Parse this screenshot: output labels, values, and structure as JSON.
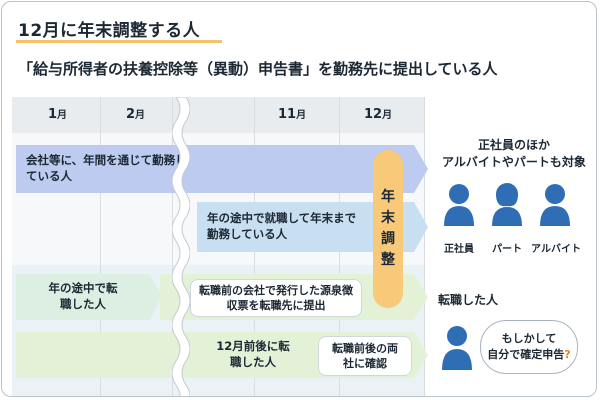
{
  "title": "12月に年末調整する人",
  "subtitle": "「給与所得者の扶養控除等（異動）申告書」を勤務先に提出している人",
  "months": [
    {
      "label": "1",
      "unit": "月"
    },
    {
      "label": "2",
      "unit": "月"
    },
    {
      "label": "11",
      "unit": "月"
    },
    {
      "label": "12",
      "unit": "月"
    }
  ],
  "rows": {
    "full_year": "会社等に、年間を通じて勤務している人",
    "mid_year_join": "年の途中で就職して年末まで勤務している人",
    "mid_year_change": "年の途中で転職した人",
    "withholding_slip": "転職前の会社で発行した源泉徴収票を転職先に提出",
    "dec_change": "12月前後に転職した人",
    "confirm_both": "転職前後の両社に確認"
  },
  "nenmatsu_chars": [
    "年",
    "末",
    "調",
    "整"
  ],
  "right_panel": {
    "heading_line1": "正社員のほか",
    "heading_line2": "アルバイトやパートも対象",
    "people": [
      "正社員",
      "パート",
      "アルバイト"
    ],
    "changed_label": "転職した人",
    "bubble_line1": "もしかして",
    "bubble_line2": "自分で確定申告",
    "bubble_mark": "?"
  },
  "colors": {
    "accent_orange": "#f7c979",
    "person_blue": "#2f6db5",
    "bar_blue": "#bccbef",
    "bar_lightblue": "#c7dff1",
    "bar_green": "#dcefe2"
  }
}
